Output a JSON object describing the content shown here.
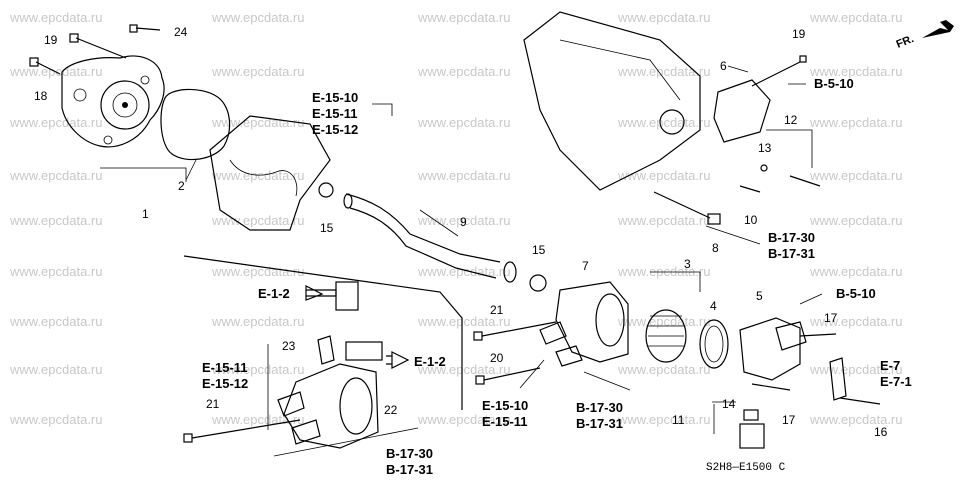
{
  "watermark": "www.epcdata.ru",
  "orientation": "FR.",
  "diagram_code": "S2H8—E1500 C",
  "callouts": {
    "n1": "1",
    "n2": "2",
    "n3": "3",
    "n4": "4",
    "n5": "5",
    "n6": "6",
    "n7": "7",
    "n8": "8",
    "n9": "9",
    "n10": "10",
    "n11": "11",
    "n12": "12",
    "n13": "13",
    "n14": "14",
    "n15a": "15",
    "n15b": "15",
    "n16": "16",
    "n17a": "17",
    "n17b": "17",
    "n18": "18",
    "n19a": "19",
    "n19b": "19",
    "n20": "20",
    "n21a": "21",
    "n21b": "21",
    "n22": "22",
    "n23": "23",
    "n24": "24"
  },
  "references": {
    "e15_10_top": "E-15-10",
    "e15_11_top": "E-15-11",
    "e15_12_top": "E-15-12",
    "b5_10_top": "B-5-10",
    "b17_30_mid": "B-17-30",
    "b17_31_mid": "B-17-31",
    "b5_10_mid": "B-5-10",
    "e1_2_left": "E-1-2",
    "e1_2_right": "E-1-2",
    "e15_11_left": "E-15-11",
    "e15_12_left": "E-15-12",
    "e15_10_bot": "E-15-10",
    "e15_11_bot": "E-15-11",
    "b17_30_bot": "B-17-30",
    "b17_31_bot": "B-17-31",
    "b17_30_low": "B-17-30",
    "b17_31_low": "B-17-31",
    "e7": "E-7",
    "e7_1": "E-7-1"
  }
}
